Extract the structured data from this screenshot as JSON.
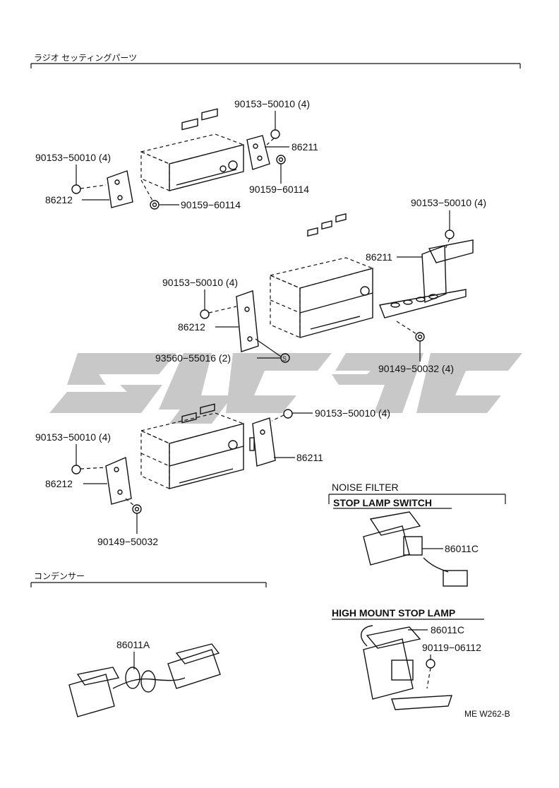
{
  "sections": {
    "radio_setting_parts": "ラジオ セッティングパーツ",
    "condenser": "コンデンサー",
    "noise_filter": "NOISE   FILTER",
    "stop_lamp_switch": "STOP LAMP SWITCH",
    "high_mount_stop_lamp": "HIGH MOUNT STOP LAMP"
  },
  "callouts": {
    "g1_screw_top": "90153−50010 (4)",
    "g1_bracket_right": "86211",
    "g1_nut_right": "90159−60114",
    "g1_screw_left": "90153−50010 (4)",
    "g1_bracket_left": "86212",
    "g1_nut_bottom": "90159−60114",
    "g2_screw_right": "90153−50010 (4)",
    "g2_bracket_right": "86211",
    "g2_screw_left": "90153−50010 (4)",
    "g2_bracket_left": "86212",
    "g2_clip": "93560−55016 (2)",
    "g2_nut": "90149−50032 (4)",
    "g3_screw_right": "90153−50010 (4)",
    "g3_bracket_right": "86211",
    "g3_screw_left": "90153−50010 (4)",
    "g3_bracket_left": "86212",
    "g3_nut": "90149−50032",
    "stop_switch_filter": "86011C",
    "condenser_part": "86011A",
    "hm_filter": "86011C",
    "hm_screw": "90119−06112"
  },
  "figure_id": "ME W262-B",
  "watermark_color": "#c8c8c8"
}
